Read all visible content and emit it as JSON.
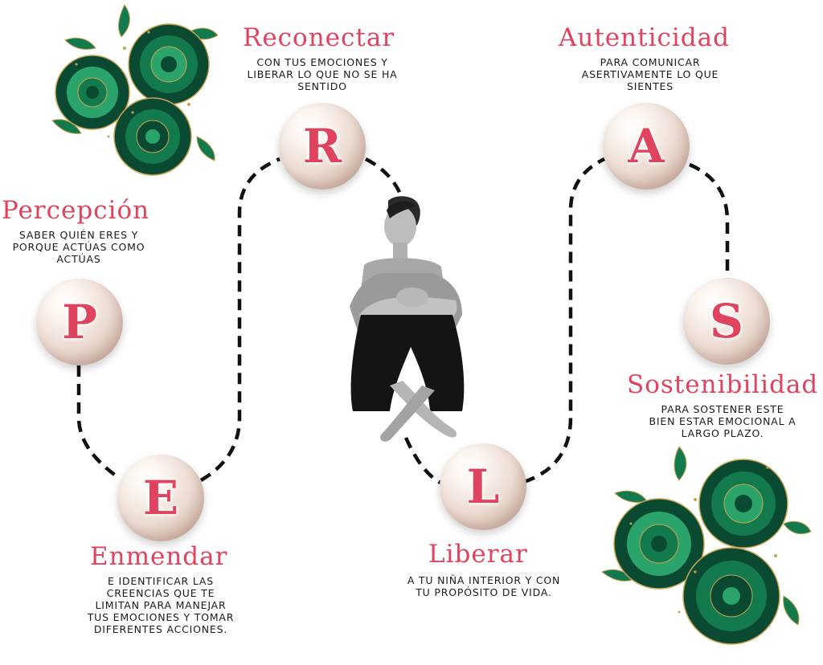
{
  "steps": [
    {
      "letter": "P",
      "title": "Percepción",
      "desc": [
        "Saber quién eres y",
        "porque actúas como",
        "actúas"
      ]
    },
    {
      "letter": "E",
      "title": "Enmendar",
      "desc": [
        "e identificar las",
        "creencias que te",
        "limitan para manejar",
        "tus emociones y tomar",
        "diferentes acciones."
      ]
    },
    {
      "letter": "R",
      "title": "Reconectar",
      "desc": [
        "con tus emociones y",
        "liberar lo que no se ha",
        "sentido"
      ]
    },
    {
      "letter": "L",
      "title": "Liberar",
      "desc": [
        "a tu niña interior y con",
        "tu propósito de vida."
      ]
    },
    {
      "letter": "A",
      "title": "Autenticidad",
      "desc": [
        "para comunicar",
        "asertivamente lo que",
        "sientes"
      ]
    },
    {
      "letter": "S",
      "title": "Sostenibilidad",
      "desc": [
        "para sostener este",
        "bien estar emocional a",
        "largo plazo."
      ]
    }
  ],
  "colors": {
    "accent": "#e0435e",
    "text": "#1a1a1a",
    "path": "#111111",
    "rose_dark": "#0a4a32",
    "rose_mid": "#137a4d",
    "rose_light": "#2aa46a",
    "gold": "#c9a450"
  },
  "icons": [
    "rose-bouquet-icon",
    "woman-seated-figure"
  ]
}
